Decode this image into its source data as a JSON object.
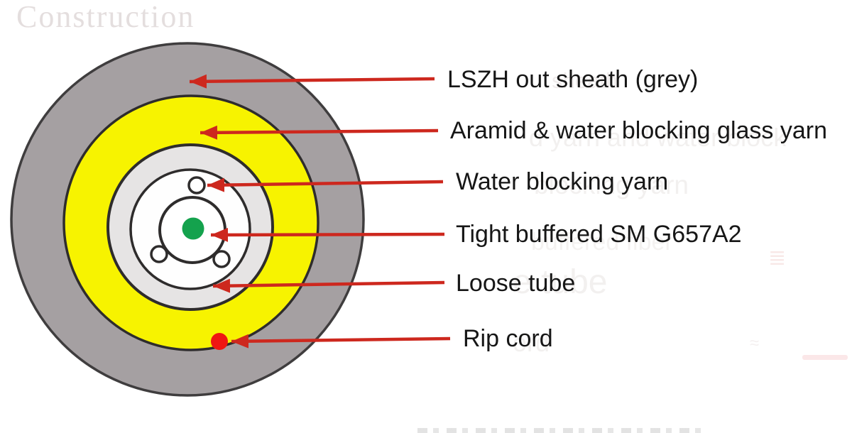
{
  "page": {
    "kind": "fiber-optic-cable-construction-diagram",
    "background": "#ffffff"
  },
  "watermark": {
    "title": "Construction"
  },
  "diagram": {
    "description": "cross-section of tight buffered single-mode drop cable",
    "colors": {
      "outer_sheath_grey": "#a5a0a2",
      "aramid_yellow": "#f7f300",
      "loose_tube_ring_grey": "#e6e4e4",
      "inner_white": "#fefefe",
      "fiber_green": "#14a24d",
      "rip_cord_red": "#ef1612",
      "arrow_red": "#cd281e",
      "outline_dark": "#2e2c2c",
      "outer_outline": "#3f3d3e"
    }
  },
  "callouts": [
    {
      "label": "LSZH out sheath (grey)"
    },
    {
      "label": "Aramid & water blocking glass yarn"
    },
    {
      "label": "Water blocking yarn"
    },
    {
      "label": "Tight buffered SM G657A2"
    },
    {
      "label": "Loose tube"
    },
    {
      "label": "Rip cord"
    }
  ],
  "ghost_text": {
    "title_echo": "Construction",
    "sheath_echo": "sheath",
    "aramid_echo": "d yarn and water block",
    "water_echo": "blocking yarn",
    "buffer_echo": "buffered fiber",
    "tube_echo": "e tube",
    "cord_echo": "ord"
  }
}
